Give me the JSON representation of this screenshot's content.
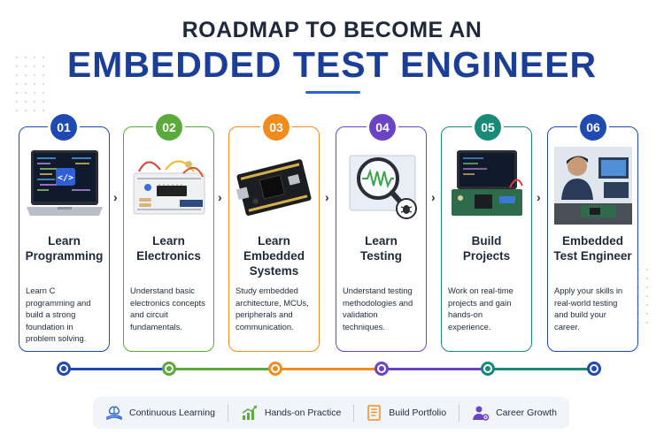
{
  "header": {
    "line1": "ROADMAP TO BECOME AN",
    "line2": "EMBEDDED TEST ENGINEER"
  },
  "colors": {
    "navy": "#1b3f97",
    "blue": "#2a63d4",
    "green": "#5aaa3c",
    "orange": "#f28c1e",
    "purple": "#6b44c6",
    "teal": "#1a8a78",
    "darkblue": "#1f4ab4"
  },
  "steps": [
    {
      "number": "01",
      "title_lines": [
        "Learn",
        "Programming"
      ],
      "description": "Learn C programming and build a strong foundation in problem solving.",
      "color": "#1f4ab4",
      "illustration": "laptop-code-icon"
    },
    {
      "number": "02",
      "title_lines": [
        "Learn",
        "Electronics"
      ],
      "description": "Understand basic electronics concepts and circuit fundamentals.",
      "color": "#5aaa3c",
      "illustration": "breadboard-icon"
    },
    {
      "number": "03",
      "title_lines": [
        "Learn",
        "Embedded",
        "Systems"
      ],
      "description": "Study embedded architecture, MCUs, peripherals and communication.",
      "color": "#f28c1e",
      "illustration": "microcontroller-board-icon"
    },
    {
      "number": "04",
      "title_lines": [
        "Learn",
        "Testing"
      ],
      "description": "Understand testing methodologies and validation techniques.",
      "color": "#6b44c6",
      "illustration": "magnifier-bug-icon"
    },
    {
      "number": "05",
      "title_lines": [
        "Build",
        "Projects"
      ],
      "description": "Work on real-time projects and gain hands-on experience.",
      "color": "#1a8a78",
      "illustration": "laptop-circuit-board-icon"
    },
    {
      "number": "06",
      "title_lines": [
        "Embedded",
        "Test Engineer"
      ],
      "description": "Apply your skills in real-world testing and build your career.",
      "color": "#1f4ab4",
      "illustration": "engineer-workbench-icon"
    }
  ],
  "footer": {
    "items": [
      {
        "label": "Continuous Learning",
        "icon": "brain-book-icon"
      },
      {
        "label": "Hands-on Practice",
        "icon": "growth-chart-icon"
      },
      {
        "label": "Build Portfolio",
        "icon": "document-icon"
      },
      {
        "label": "Career Growth",
        "icon": "person-gear-icon"
      }
    ]
  }
}
